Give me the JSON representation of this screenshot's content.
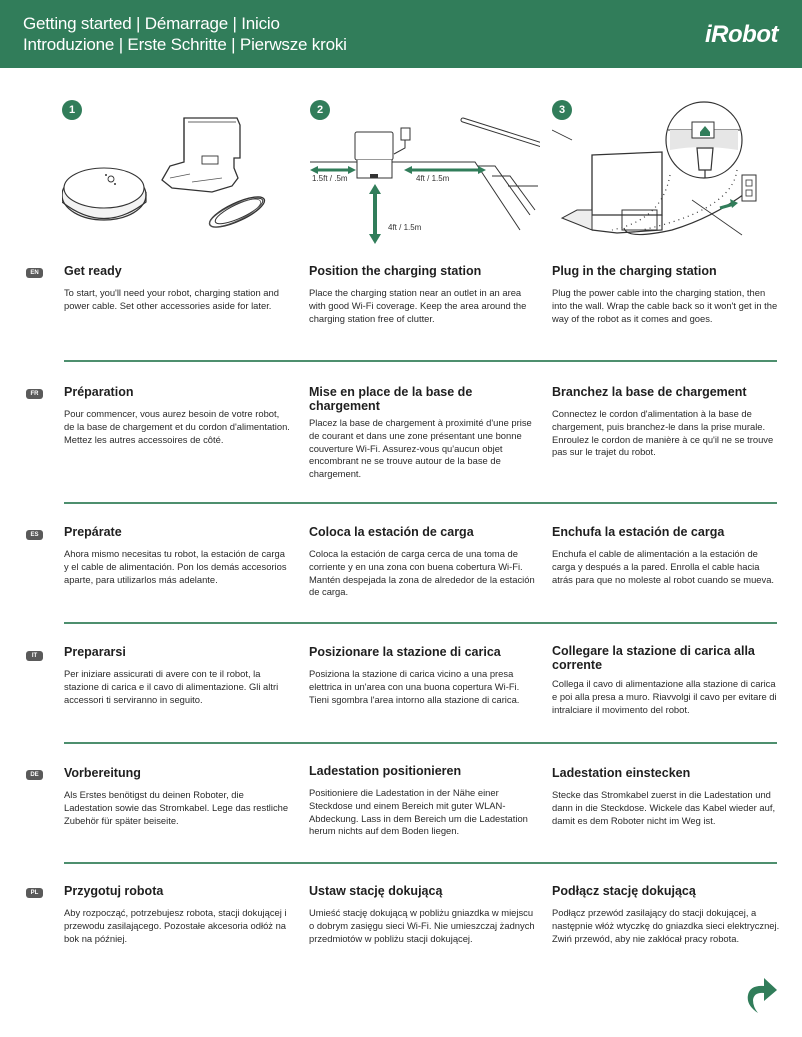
{
  "header": {
    "title_line1": "Getting started | Démarrage | Inicio",
    "title_line2": "Introduzione | Erste Schritte | Pierwsze kroki",
    "logo": "iRobot",
    "background_color": "#317d5a"
  },
  "illustrations": [
    {
      "step": "1",
      "description": "robot, charging station and power cable"
    },
    {
      "step": "2",
      "description": "charging station clearance",
      "dims": {
        "side": "1.5ft / .5m",
        "right": "4ft / 1.5m",
        "front": "4ft / 1.5m"
      }
    },
    {
      "step": "3",
      "description": "plug cable into station and wall outlet"
    }
  ],
  "sections": [
    {
      "lang": "EN",
      "cols": [
        {
          "title": "Get ready",
          "body": "To start, you'll need your robot, charging station and power cable. Set other accessories aside for later."
        },
        {
          "title": "Position the charging station",
          "body": "Place the charging station near an outlet in an area with good Wi-Fi coverage. Keep the area around the charging station free of clutter."
        },
        {
          "title": "Plug in the charging station",
          "body": "Plug the power cable into the charging station, then into the wall. Wrap the cable back so it won't get in the way of the robot as it comes and goes."
        }
      ]
    },
    {
      "lang": "FR",
      "cols": [
        {
          "title": "Préparation",
          "body": "Pour commencer, vous aurez besoin de votre robot, de la base de chargement et du cordon d'alimentation. Mettez les autres accessoires de côté."
        },
        {
          "title": "Mise en place de la base de chargement",
          "body": "Placez la base de chargement à proximité d'une prise de courant et dans une zone présentant une bonne couverture Wi-Fi. Assurez-vous qu'aucun objet encombrant ne se trouve autour de la base de chargement."
        },
        {
          "title": "Branchez la base de chargement",
          "body": "Connectez le cordon d'alimentation à la base de chargement, puis branchez-le dans la prise murale. Enroulez le cordon de manière à ce qu'il ne se trouve pas sur le trajet du robot."
        }
      ]
    },
    {
      "lang": "ES",
      "cols": [
        {
          "title": "Prepárate",
          "body": "Ahora mismo necesitas tu robot, la estación de carga y el cable de alimentación. Pon los demás accesorios aparte, para utilizarlos más adelante."
        },
        {
          "title": "Coloca la estación de carga",
          "body": "Coloca la estación de carga cerca de una toma de corriente y en una zona con buena cobertura Wi-Fi. Mantén despejada la zona de alrededor de la estación de carga."
        },
        {
          "title": "Enchufa la estación de carga",
          "body": "Enchufa el cable de alimentación a la estación de carga y después a la pared. Enrolla el cable hacia atrás para que no moleste al robot cuando se mueva."
        }
      ]
    },
    {
      "lang": "IT",
      "cols": [
        {
          "title": "Prepararsi",
          "body": "Per iniziare assicurati di avere con te il robot, la stazione di carica e il cavo di alimentazione. Gli altri accessori ti serviranno in seguito."
        },
        {
          "title": "Posizionare la stazione di carica",
          "body": "Posiziona la stazione di carica vicino a una presa elettrica in un'area con una buona copertura Wi-Fi. Tieni sgombra l'area intorno alla stazione di carica."
        },
        {
          "title": "Collegare la stazione di carica alla corrente",
          "body": "Collega il cavo di alimentazione alla stazione di carica e poi alla presa a muro. Riavvolgi il cavo per evitare di intralciare il movimento del robot."
        }
      ]
    },
    {
      "lang": "DE",
      "cols": [
        {
          "title": "Vorbereitung",
          "body": "Als Erstes benötigst du deinen Roboter, die Ladestation sowie das Stromkabel. Lege das restliche Zubehör für später beiseite."
        },
        {
          "title": "Ladestation positionieren",
          "body": "Positioniere die Ladestation in der Nähe einer Steckdose und einem Bereich mit guter WLAN-Abdeckung. Lass in dem Bereich um die Ladestation herum nichts auf dem Boden liegen."
        },
        {
          "title": "Ladestation einstecken",
          "body": "Stecke das Stromkabel zuerst in die Ladestation und dann in die Steckdose. Wickele das Kabel wieder auf, damit es dem Roboter nicht im Weg ist."
        }
      ]
    },
    {
      "lang": "PL",
      "cols": [
        {
          "title": "Przygotuj robota",
          "body": "Aby rozpocząć, potrzebujesz robota, stacji dokującej i przewodu zasilającego. Pozostałe akcesoria odłóż na bok na później."
        },
        {
          "title": "Ustaw stację dokującą",
          "body": "Umieść stację dokującą w pobliżu gniazdka w miejscu o dobrym zasięgu sieci Wi-Fi. Nie umieszczaj żadnych przedmiotów w pobliżu stacji dokującej."
        },
        {
          "title": "Podłącz stację dokującą",
          "body": "Podłącz przewód zasilający do stacji dokującej, a następnie włóż wtyczkę do gniazdka sieci elektrycznej. Zwiń przewód, aby nie zakłócał pracy robota."
        }
      ]
    }
  ],
  "footer": {
    "next_icon": "next-page-arrow-icon",
    "accent": "#317d5a"
  }
}
